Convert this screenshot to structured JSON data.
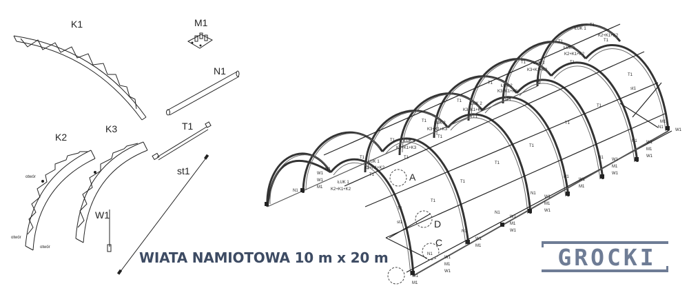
{
  "title": "WIATA NAMIOTOWA 10 m x 20 m",
  "logo": "GROCKI",
  "colors": {
    "title": "#3d4b63",
    "logo": "#6e7c95",
    "line": "#222222"
  },
  "parts": [
    {
      "id": "K1",
      "label": "K1",
      "type": "truss-arc"
    },
    {
      "id": "M1",
      "label": "M1",
      "type": "base-plate"
    },
    {
      "id": "N1",
      "label": "N1",
      "type": "tube"
    },
    {
      "id": "K2",
      "label": "K2",
      "type": "truss-arc"
    },
    {
      "id": "K3",
      "label": "K3",
      "type": "truss-arc"
    },
    {
      "id": "T1",
      "label": "T1",
      "type": "tie-bar"
    },
    {
      "id": "st1",
      "label": "st1",
      "type": "brace-cable"
    },
    {
      "id": "W1",
      "label": "W1",
      "type": "pin"
    }
  ],
  "part_notes": {
    "hole": "otwór"
  },
  "assembly": {
    "arch_labels": [
      {
        "name": "ŁUK 1",
        "formula": "K2+K1+K2"
      },
      {
        "name": "ŁUK 2",
        "formula": "K3+K1+K3"
      }
    ],
    "detail_markers": [
      "A",
      "D",
      "C"
    ],
    "member_labels": [
      "T1",
      "N1",
      "W1",
      "M1",
      "st1"
    ]
  }
}
